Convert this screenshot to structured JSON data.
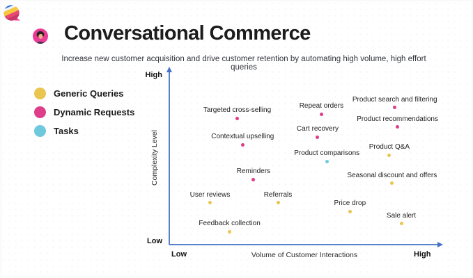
{
  "header": {
    "title": "Conversational Commerce",
    "subtitle": "Increase new customer acquisition and drive customer retention by automating high volume, high effort queries",
    "logo_icon": "beach-ball-chat-logo",
    "avatar_icon": "person-avatar"
  },
  "colors": {
    "axis_blue": "#4472C4",
    "generic_yellow": "#EAC54F",
    "dynamic_pink": "#DE3D8A",
    "tasks_cyan": "#6FC9DC"
  },
  "chart_data": {
    "type": "scatter",
    "title": "Conversational Commerce",
    "xlabel": "Volume of Customer Interactions",
    "ylabel": "Complexity Level",
    "x_axis": {
      "label": "Volume of Customer Interactions",
      "left_label": "Low",
      "right_label": "High"
    },
    "y_axis": {
      "label": "Complexity Level",
      "bottom_label": "Low",
      "top_label": "High"
    },
    "axis_range": [
      0,
      1
    ],
    "grid": false,
    "legend_position": "left",
    "series": [
      {
        "name": "Generic Queries",
        "color": "#EAC54F",
        "points": [
          {
            "label": "Product Q&A",
            "x": 0.81,
            "y": 0.51
          },
          {
            "label": "Seasonal discount and offers",
            "x": 0.82,
            "y": 0.35
          },
          {
            "label": "User reviews",
            "x": 0.15,
            "y": 0.24
          },
          {
            "label": "Referrals",
            "x": 0.4,
            "y": 0.24
          },
          {
            "label": "Price drop",
            "x": 0.665,
            "y": 0.19
          },
          {
            "label": "Sale alert",
            "x": 0.854,
            "y": 0.12
          },
          {
            "label": "Feedback collection",
            "x": 0.222,
            "y": 0.075
          }
        ]
      },
      {
        "name": "Dynamic Requests",
        "color": "#DE3D8A",
        "points": [
          {
            "label": "Targeted cross-selling",
            "x": 0.25,
            "y": 0.722
          },
          {
            "label": "Repeat orders",
            "x": 0.56,
            "y": 0.746
          },
          {
            "label": "Product search and filtering",
            "x": 0.83,
            "y": 0.782
          },
          {
            "label": "Product recommendations",
            "x": 0.84,
            "y": 0.671
          },
          {
            "label": "Cart recovery",
            "x": 0.546,
            "y": 0.615
          },
          {
            "label": "Contextual upselling",
            "x": 0.27,
            "y": 0.571
          },
          {
            "label": "Reminders",
            "x": 0.31,
            "y": 0.373
          }
        ]
      },
      {
        "name": "Tasks",
        "color": "#6FC9DC",
        "points": [
          {
            "label": "Product comparisons",
            "x": 0.58,
            "y": 0.476
          }
        ]
      }
    ]
  }
}
